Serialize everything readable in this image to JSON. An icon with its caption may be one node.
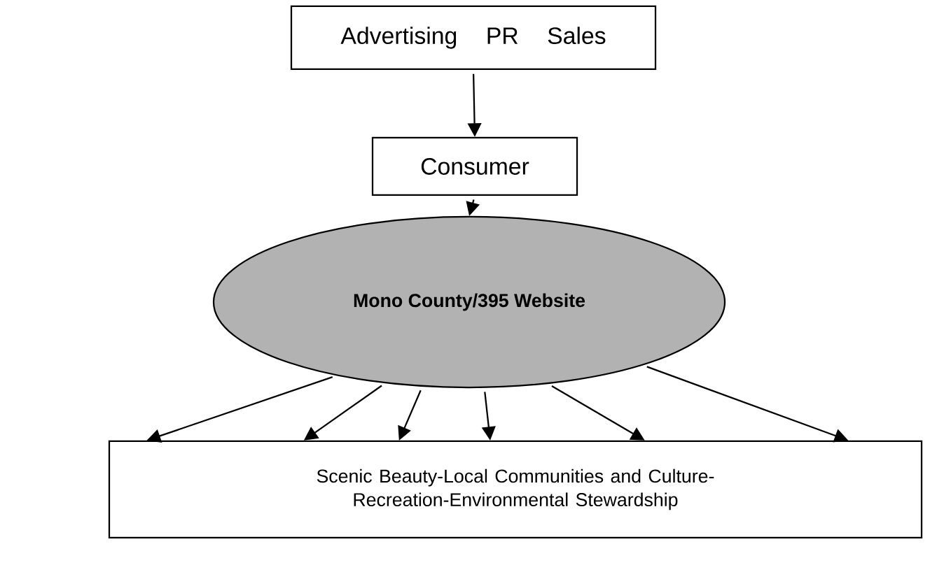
{
  "diagram": {
    "nodes": [
      {
        "text": [
          "Advertising",
          "PR",
          "Sales"
        ]
      },
      {
        "text": [
          "Consumer"
        ]
      },
      {
        "text": [
          "**Mono County/395 Website**"
        ]
      },
      {
        "text": [
          "Scenic Beauty-Local Communities and Culture-Recreation-Environmental Stewardship"
        ]
      }
    ],
    "edges": [
      {
        "from": 0,
        "to": 1,
        "arrow": "to"
      },
      {
        "from": 1,
        "to": 2,
        "arrow": "to"
      },
      {
        "from": 2,
        "to": 3,
        "arrow": "to"
      },
      {
        "from": 2,
        "to": 3,
        "arrow": "to"
      },
      {
        "from": 2,
        "to": 3,
        "arrow": "to"
      },
      {
        "from": 2,
        "to": 3,
        "arrow": "to"
      },
      {
        "from": 2,
        "to": 3,
        "arrow": "to"
      },
      {
        "from": 2,
        "to": 3,
        "arrow": "to"
      }
    ]
  }
}
